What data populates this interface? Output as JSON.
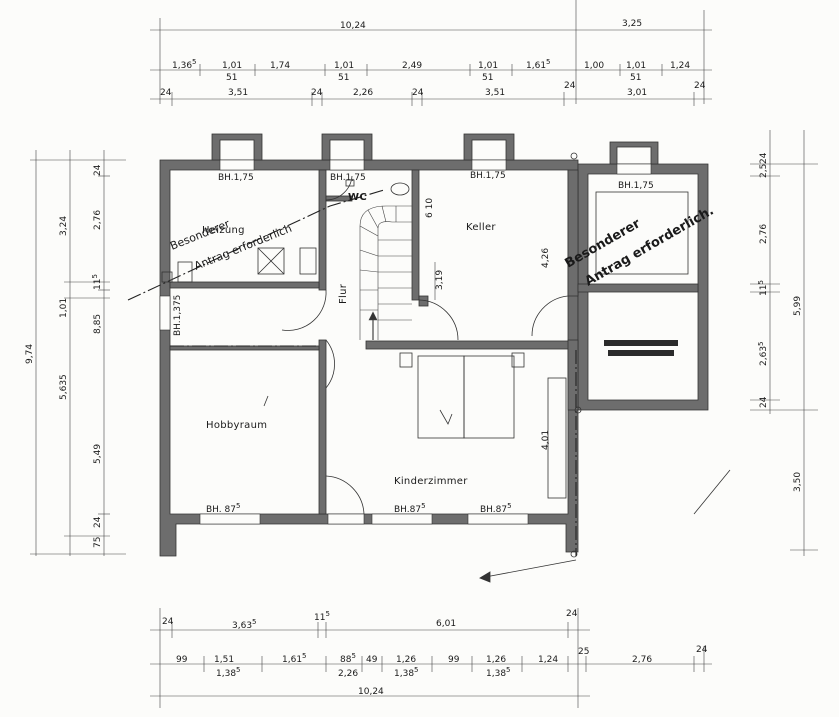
{
  "rooms": {
    "heizung": "Heizung",
    "wc": "WC",
    "keller": "Keller",
    "flur": "Flur",
    "hobbyraum": "Hobbyraum",
    "kinderzimmer": "Kinderzimmer"
  },
  "windows": {
    "heizung": "BH.1,75",
    "wc": "BH.1,75",
    "keller": "BH.1,75",
    "right": "BH.1,75",
    "hobby_side": "BH.1,375",
    "hobby_bottom": "BH. 87",
    "kinder_1": "BH.87",
    "kinder_2": "BH.87",
    "sup": "5"
  },
  "stamps": {
    "left": [
      "Besonderer",
      "Antrag erforderlich"
    ],
    "right": [
      "Besonderer",
      "Antrag erforderlich."
    ]
  },
  "interior_dims": {
    "d_610": "6 10",
    "d_319": "3,19",
    "d_426": "4,26",
    "d_401": "4,01"
  },
  "top_dims": {
    "row1": [
      "10,24",
      "3,25"
    ],
    "row2": [
      {
        "main": "1,36",
        "sup": "5"
      },
      {
        "main": "1,01",
        "sub": "51"
      },
      {
        "main": "1,74"
      },
      {
        "main": "1,01",
        "sub": "51"
      },
      {
        "main": "2,49"
      },
      {
        "main": "1,01",
        "sub": "51"
      },
      {
        "main": "1,61",
        "sup": "5"
      },
      {
        "main": "1,00"
      },
      {
        "main": "1,01",
        "sub": "51"
      },
      {
        "main": "1,24"
      }
    ],
    "row3": [
      "24",
      "3,51",
      "24",
      "2,26",
      "24",
      "3,51",
      "24",
      "3,01",
      "24"
    ]
  },
  "bottom_dims": {
    "row1": [
      {
        "main": "24"
      },
      {
        "main": "3,63",
        "sup": "5"
      },
      {
        "main": "11",
        "sup": "5"
      },
      {
        "main": "6,01"
      },
      {
        "main": "24"
      }
    ],
    "row2": [
      {
        "main": "99"
      },
      {
        "main": "1,51",
        "sub": "1,38",
        "subsup": "5"
      },
      {
        "main": "1,61",
        "sup": "5"
      },
      {
        "main": "88",
        "sup": "5",
        "sub": "2,26"
      },
      {
        "main": "49"
      },
      {
        "main": "1,26",
        "sub": "1,38",
        "subsup": "5"
      },
      {
        "main": "99"
      },
      {
        "main": "1,26",
        "sub": "1,38",
        "subsup": "5"
      },
      {
        "main": "1,24"
      },
      {
        "main": "25"
      },
      {
        "main": "2,76"
      },
      {
        "main": "24"
      }
    ],
    "row3": [
      "10,24"
    ]
  },
  "left_dims": {
    "outer": [
      "9,74"
    ],
    "mid": [
      "3,24",
      "1,01",
      "5,635"
    ],
    "inner": [
      "24",
      "2,76",
      "11",
      "5",
      "8,85",
      "5,49",
      "24",
      "75"
    ]
  },
  "right_dims": {
    "outer": [
      "5,99",
      "3,50"
    ],
    "inner": [
      "24",
      "2,5",
      "2,76",
      "11",
      "5",
      "2,63",
      "5",
      "24"
    ]
  }
}
